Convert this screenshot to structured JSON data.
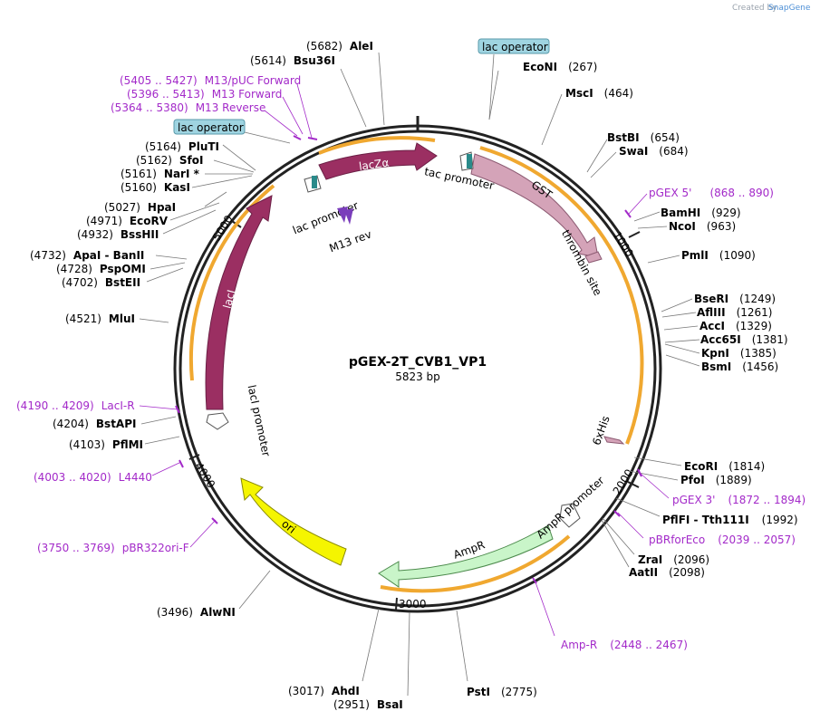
{
  "credit": {
    "text": "Created by",
    "brand": "SnapGene"
  },
  "plasmid": {
    "name": "pGEX-2T_CVB1_VP1",
    "size": "5823 bp"
  },
  "ticks": [
    "1000",
    "2000",
    "3000",
    "4000",
    "5000"
  ],
  "sites_right": [
    {
      "name": "EcoNI",
      "pos": "(267)"
    },
    {
      "name": "MscI",
      "pos": "(464)"
    },
    {
      "name": "BstBI",
      "pos": "(654)"
    },
    {
      "name": "SwaI",
      "pos": "(684)"
    },
    {
      "name": "BamHI",
      "pos": "(929)"
    },
    {
      "name": "NcoI",
      "pos": "(963)"
    },
    {
      "name": "PmlI",
      "pos": "(1090)"
    },
    {
      "name": "BseRI",
      "pos": "(1249)"
    },
    {
      "name": "AflIII",
      "pos": "(1261)"
    },
    {
      "name": "AccI",
      "pos": "(1329)"
    },
    {
      "name": "Acc65I",
      "pos": "(1381)"
    },
    {
      "name": "KpnI",
      "pos": "(1385)"
    },
    {
      "name": "BsmI",
      "pos": "(1456)"
    },
    {
      "name": "EcoRI",
      "pos": "(1814)"
    },
    {
      "name": "PfoI",
      "pos": "(1889)"
    },
    {
      "name": "PflFI - Tth111I",
      "pos": "(1992)"
    },
    {
      "name": "ZraI",
      "pos": "(2096)"
    },
    {
      "name": "AatII",
      "pos": "(2098)"
    },
    {
      "name": "PstI",
      "pos": "(2775)"
    }
  ],
  "sites_left": [
    {
      "name": "AleI",
      "pos": "(5682)"
    },
    {
      "name": "Bsu36I",
      "pos": "(5614)"
    },
    {
      "name": "PluTI",
      "pos": "(5164)"
    },
    {
      "name": "SfoI",
      "pos": "(5162)"
    },
    {
      "name": "NarI *",
      "pos": "(5161)"
    },
    {
      "name": "KasI",
      "pos": "(5160)"
    },
    {
      "name": "HpaI",
      "pos": "(5027)"
    },
    {
      "name": "EcoRV",
      "pos": "(4971)"
    },
    {
      "name": "BssHII",
      "pos": "(4932)"
    },
    {
      "name": "ApaI - BanII",
      "pos": "(4732)"
    },
    {
      "name": "PspOMI",
      "pos": "(4728)"
    },
    {
      "name": "BstEII",
      "pos": "(4702)"
    },
    {
      "name": "MluI",
      "pos": "(4521)"
    },
    {
      "name": "BstAPI",
      "pos": "(4204)"
    },
    {
      "name": "PflMI",
      "pos": "(4103)"
    },
    {
      "name": "AlwNI",
      "pos": "(3496)"
    },
    {
      "name": "AhdI",
      "pos": "(3017)"
    },
    {
      "name": "BsaI",
      "pos": "(2951)"
    }
  ],
  "primers": [
    {
      "name": "M13/pUC Forward",
      "range": "(5405 .. 5427)"
    },
    {
      "name": "M13 Forward",
      "range": "(5396 .. 5413)"
    },
    {
      "name": "M13 Reverse",
      "range": "(5364 .. 5380)"
    },
    {
      "name": "pGEX 5'",
      "range": "(868 .. 890)"
    },
    {
      "name": "pGEX 3'",
      "range": "(1872 .. 1894)"
    },
    {
      "name": "pBRforEco",
      "range": "(2039 .. 2057)"
    },
    {
      "name": "Amp-R",
      "range": "(2448 .. 2467)"
    },
    {
      "name": "LacI-R",
      "range": "(4190 .. 4209)"
    },
    {
      "name": "L4440",
      "range": "(4003 .. 4020)"
    },
    {
      "name": "pBR322ori-F",
      "range": "(3750 .. 3769)"
    }
  ],
  "features": {
    "lacza": "lacZα",
    "gst": "GST",
    "laci": "lacI",
    "ori": "ori",
    "ampr": "AmpR",
    "ampr_promoter": "AmpR promoter",
    "laci_promoter": "lacI promoter",
    "lac_promoter": "lac promoter",
    "tac_promoter": "tac promoter",
    "thrombin": "thrombin site",
    "his": "6xHis",
    "m13rev": "M13 rev",
    "lac_operator_1": "lac operator",
    "lac_operator_2": "lac operator"
  },
  "colors": {
    "backbone": "#222222",
    "lacza": "#9b2f62",
    "gst": "#d4a3b8",
    "laci": "#9b2f62",
    "ori": "#f5f500",
    "ampr": "#c9f5c9",
    "orf": "#f0a830",
    "primer": "#a32ac9",
    "operator": "#9fd4e1",
    "m13": "#7a3dbb"
  }
}
